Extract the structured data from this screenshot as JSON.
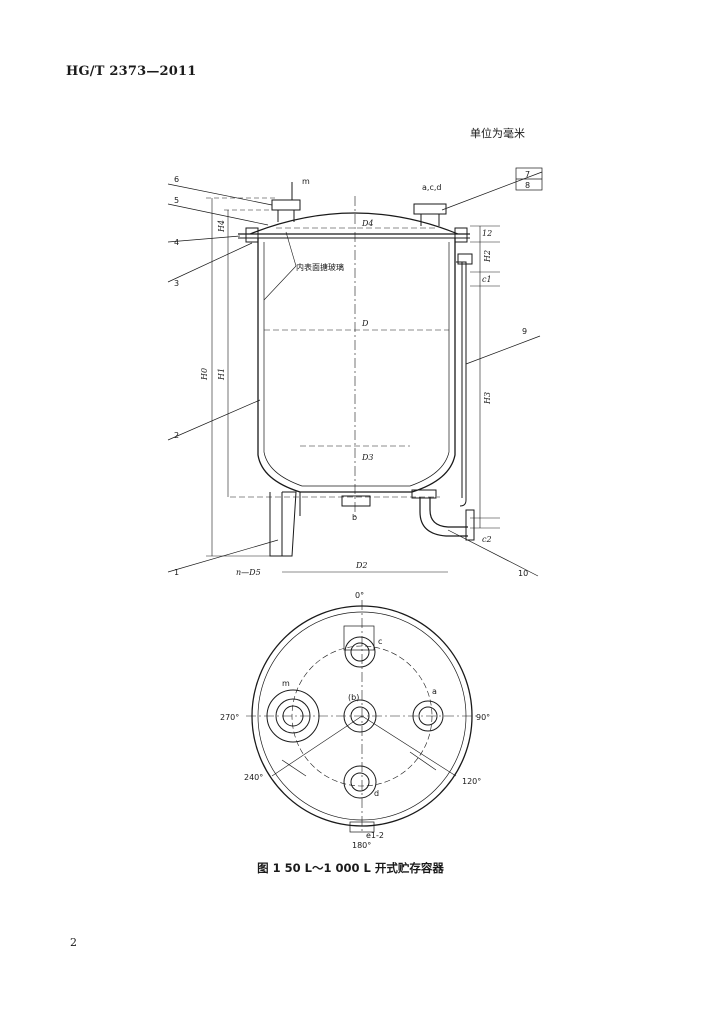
{
  "header": {
    "standard_code": "HG/T 2373—2011"
  },
  "unit_note": "单位为毫米",
  "figure": {
    "caption": "图 1   50 L～1 000 L 开式贮存容器",
    "leaders": [
      "6",
      "5",
      "4",
      "3",
      "2",
      "1",
      "7",
      "8",
      "9",
      "10"
    ],
    "nozzle_labels": {
      "top_group": "a,c,d",
      "m": "m",
      "b": "b",
      "bottom_c": "c",
      "top_mid": "(b)",
      "d": "d",
      "a": "a",
      "e": "e1-2"
    },
    "annotation": "内表面搪玻璃",
    "dimensions": {
      "D": "D",
      "D4": "D4",
      "D3": "D3",
      "D2": "D2",
      "H0": "H0",
      "H1": "H1",
      "H2": "H2",
      "H3": "H3",
      "H4": "H4",
      "n_D5": "n—D5",
      "d12": "12",
      "c1": "c1",
      "c2": "c2"
    },
    "angles": {
      "a0": "0°",
      "a90": "90°",
      "a180": "180°",
      "a270": "270°",
      "a240": "240°",
      "a120": "120°"
    }
  },
  "page_number": "2"
}
